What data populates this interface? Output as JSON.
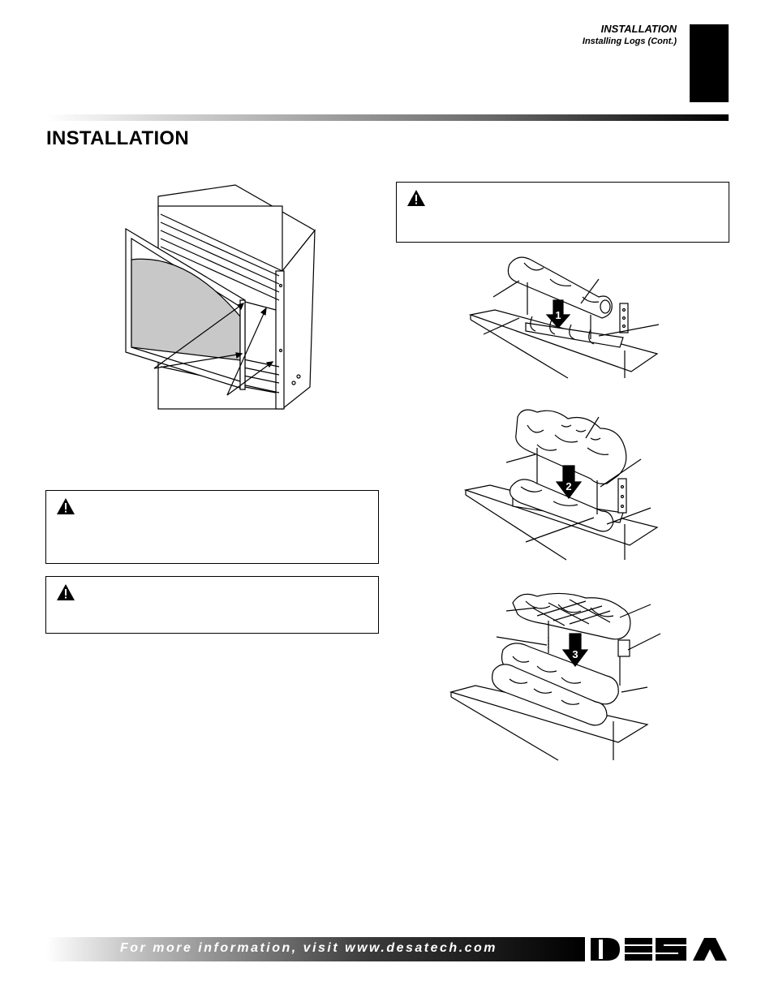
{
  "header": {
    "section": "INSTALLATION",
    "subsection": "Installing Logs (Cont.)"
  },
  "page_title": "INSTALLATION",
  "figures": {
    "log_step_numbers": [
      "1",
      "2",
      "3"
    ]
  },
  "footer": {
    "text": "For more information, visit www.desatech.com",
    "logo_text": "DESA"
  },
  "icons": [
    "warning-icon",
    "desa-logo"
  ]
}
